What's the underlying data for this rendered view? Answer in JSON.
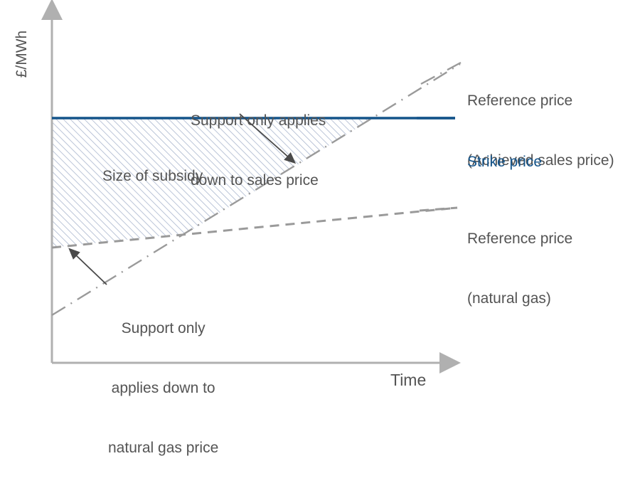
{
  "chart_data": {
    "type": "area",
    "title": "",
    "xlabel": "Time",
    "ylabel": "£/MWh",
    "grid": false,
    "legend_position": "right",
    "axis": {
      "x_axis_label": "Time",
      "y_axis_label": "£/MWh",
      "x_range_note": "time, unitless increasing",
      "y_range_note": "price in £/MWh, unitless increasing"
    },
    "series": [
      {
        "name": "Strike price",
        "style": "solid",
        "color": "#14548a",
        "values": [
          100,
          100
        ],
        "x": [
          0,
          100
        ],
        "description": "Constant horizontal strike price level"
      },
      {
        "name": "Reference price (Achieved sales price)",
        "style": "dash-dot",
        "color": "#9a9a9a",
        "x": [
          0,
          100
        ],
        "values": [
          14,
          118
        ],
        "description": "Rising line crossing the strike price near x=80"
      },
      {
        "name": "Reference price (natural gas)",
        "style": "dashed",
        "color": "#9a9a9a",
        "x": [
          0,
          100
        ],
        "values": [
          47,
          62
        ],
        "description": "Gently rising line staying below strike price"
      }
    ],
    "shaded_region": {
      "label": "Size of subsidy",
      "fill": "hatched",
      "hatch_color": "#aab6ce",
      "upper_bound": "Strike price",
      "lower_bound": "max(Reference price natural gas, Reference price achieved sales price)",
      "crossover_note": "Lower bound switches from natural gas line to sales price line where the two reference lines cross"
    },
    "annotations": [
      {
        "id": "sales-annotation",
        "text": "Support only applies\ndown to sales price",
        "points_to": "Reference price (Achieved sales price)"
      },
      {
        "id": "gas-annotation",
        "text": "Support only\napplies down to\nnatural gas price",
        "points_to": "Reference price (natural gas)"
      }
    ]
  },
  "labels": {
    "y_axis": "£/MWh",
    "x_axis": "Time",
    "subsidy": "Size of subsidy",
    "annotation_sales_line1": "Support only applies",
    "annotation_sales_line2": "down to sales price",
    "annotation_gas_line1": "Support only",
    "annotation_gas_line2": "applies down to",
    "annotation_gas_line3": "natural gas price"
  },
  "legend": {
    "sales": {
      "line1": "Reference price",
      "line2": "(Achieved sales price)"
    },
    "strike": {
      "line1": "Strike price"
    },
    "gas": {
      "line1": "Reference price",
      "line2": "(natural gas)"
    }
  },
  "colors": {
    "strike_line": "#14548a",
    "reference_line": "#9a9a9a",
    "axis": "#b0b0b0",
    "text": "#545454",
    "hatch": "#aab6ce",
    "arrow": "#4a4a4a"
  }
}
